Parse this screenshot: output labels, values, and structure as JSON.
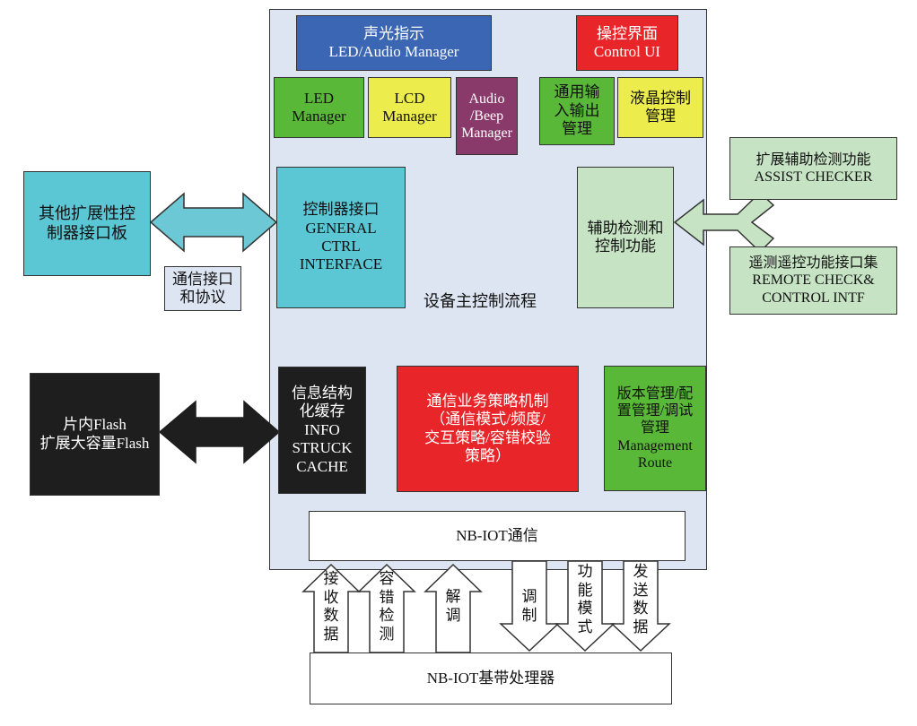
{
  "main_label": "设备主控制流程",
  "blocks": {
    "led_audio_manager": {
      "line1": "声光指示",
      "line2": "LED/Audio Manager"
    },
    "control_ui": {
      "line1": "操控界面",
      "line2": "Control UI"
    },
    "led_manager": {
      "line1": "LED",
      "line2": "Manager"
    },
    "lcd_manager": {
      "line1": "LCD",
      "line2": "Manager"
    },
    "audio_beep_manager": {
      "line1": "Audio",
      "line2": "/Beep",
      "line3": "Manager"
    },
    "gpio_manager": {
      "line1": "通用输",
      "line2": "入输出",
      "line3": "管理"
    },
    "lcd_control": {
      "line1": "液晶控制",
      "line2": "管理"
    },
    "general_ctrl_interface": {
      "line1": "控制器接口",
      "line2": "GENERAL",
      "line3": "CTRL",
      "line4": "INTERFACE"
    },
    "assist_control": {
      "line1": "辅助检测和",
      "line2": "控制功能"
    },
    "info_struck_cache": {
      "line1": "信息结构",
      "line2": "化缓存",
      "line3": "INFO",
      "line4": "STRUCK",
      "line5": "CACHE"
    },
    "comm_strategy": {
      "line1": "通信业务策略机制",
      "line2": "（通信模式/频度/",
      "line3": "交互策略/容错校验",
      "line4": "策略）"
    },
    "management_route": {
      "line1": "版本管理/配",
      "line2": "置管理/调试",
      "line3": "管理",
      "line4": "Management",
      "line5": "Route"
    },
    "nbiot_comm": {
      "line1": "NB-IOT通信"
    },
    "nbiot_baseband": {
      "line1": "NB-IOT基带处理器"
    },
    "other_ext_ctrl": {
      "line1": "其他扩展性控",
      "line2": "制器接口板"
    },
    "comm_protocol": {
      "line1": "通信接口",
      "line2": "和协议"
    },
    "flash": {
      "line1": "片内Flash",
      "line2": "扩展大容量Flash"
    },
    "assist_checker": {
      "line1": "扩展辅助检测功能",
      "line2": "ASSIST CHECKER"
    },
    "remote_check": {
      "line1": "遥测遥控功能接口集",
      "line2": "REMOTE CHECK&",
      "line3": "CONTROL INTF"
    }
  },
  "signals": {
    "receive_data": "接收数据",
    "error_detect": "容错检测",
    "demodulate": "解调",
    "modulate": "调制",
    "function_mode": "功能模式",
    "send_data": "发送数据"
  },
  "colors": {
    "main_bg": "#dde5f2",
    "blue": "#3b66b4",
    "red": "#e8262a",
    "green": "#5ab838",
    "yellow": "#ecec4c",
    "purple": "#8a3a6a",
    "cyan": "#5bc6d4",
    "light_green": "#c6e4c4",
    "light_blue": "#dde5f2",
    "black": "#1e1e1e"
  }
}
